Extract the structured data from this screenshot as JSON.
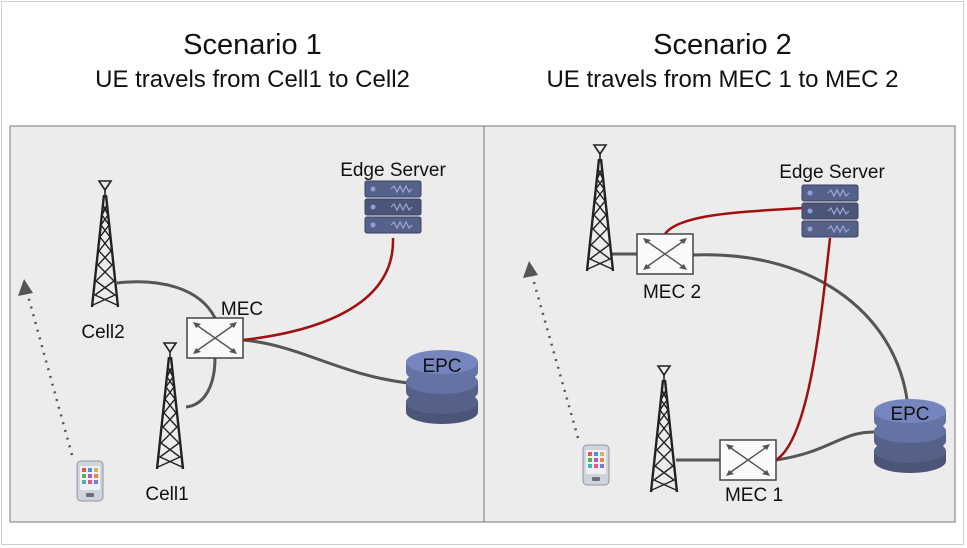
{
  "scenario1": {
    "title": "Scenario 1",
    "subtitle": "UE travels from Cell1 to Cell2",
    "labels": {
      "cell2": "Cell2",
      "cell1": "Cell1",
      "mec": "MEC",
      "edge": "Edge Server",
      "epc": "EPC"
    }
  },
  "scenario2": {
    "title": "Scenario 2",
    "subtitle": "UE travels from MEC 1 to MEC 2",
    "labels": {
      "mec2": "MEC 2",
      "mec1": "MEC 1",
      "edge": "Edge Server",
      "epc": "EPC"
    }
  },
  "colors": {
    "panel": "#ececec",
    "link": "#555555",
    "edge_link": "#a01010",
    "epc": "#6f7fb0",
    "server": "#4a5577"
  },
  "icons": [
    "cell-tower-icon",
    "switch-icon",
    "server-icon",
    "database-icon",
    "smartphone-icon",
    "movement-arrow-icon"
  ]
}
